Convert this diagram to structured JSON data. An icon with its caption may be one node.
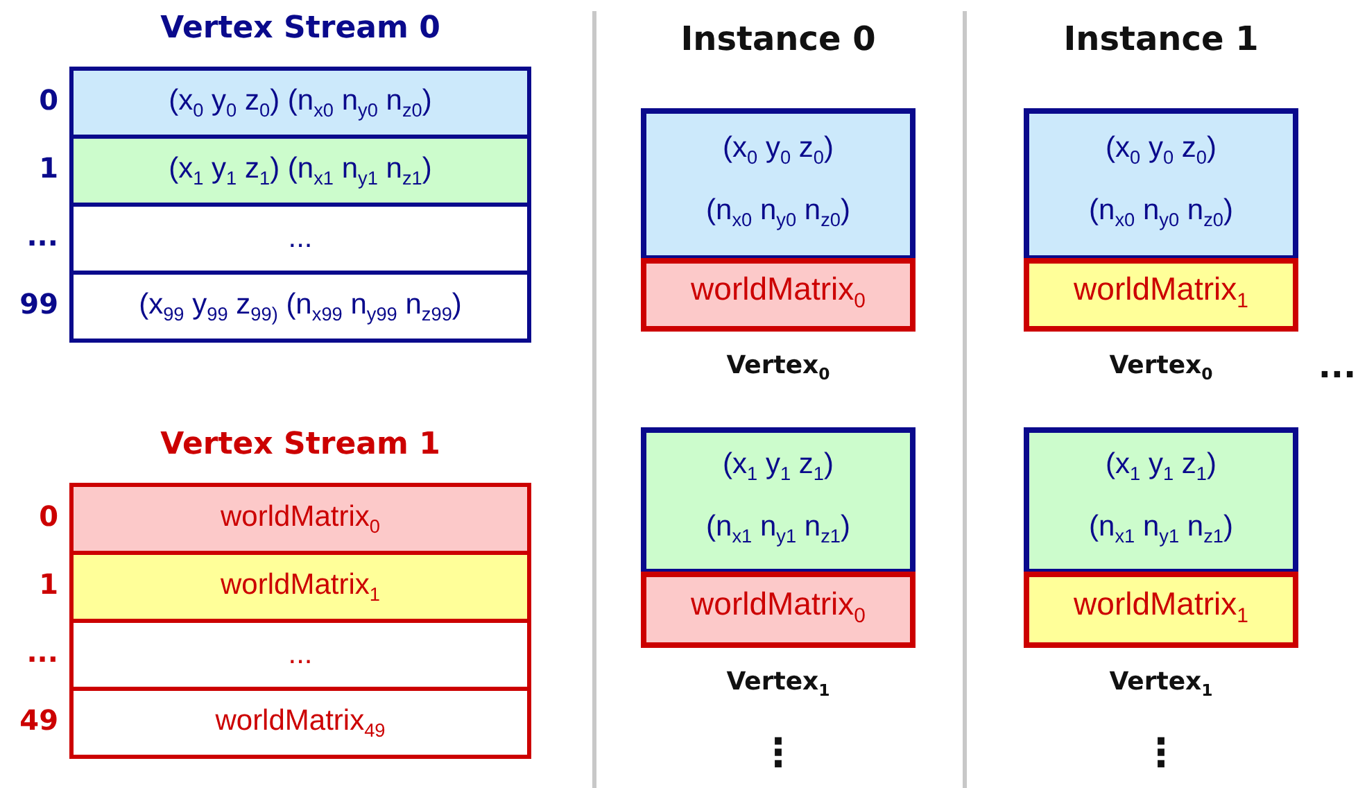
{
  "diagram": {
    "nodes": [
      {
        "text": [
          "Vertex Stream 0"
        ]
      },
      {
        "text": [
          "(x$_{0}$ y$_{0}$ z$_{0}$) (n$_{x0}$ n$_{y0}$ n$_{z0}$)"
        ],
        "in": 0,
        "beside": [
          "0"
        ]
      },
      {
        "text": [
          "(x$_{1}$ y$_{1}$ z$_{1}$) (n$_{x1}$ n$_{y1}$ n$_{z1}$)"
        ],
        "in": 0,
        "beside": [
          "1"
        ]
      },
      {
        "text": [
          "..."
        ],
        "in": 0,
        "beside": [
          "..."
        ]
      },
      {
        "text": [
          "(x$_{99}$ y$_{99}$ z$_{99)}$ (n$_{x99}$ n$_{y99}$ n$_{z99}$)"
        ],
        "in": 0,
        "beside": [
          "99"
        ]
      },
      {
        "text": [
          "Vertex Stream 1"
        ]
      },
      {
        "text": [
          "worldMatrix$_{0}$"
        ],
        "in": 5,
        "beside": [
          "0"
        ]
      },
      {
        "text": [
          "worldMatrix$_{1}$"
        ],
        "in": 5,
        "beside": [
          "1"
        ]
      },
      {
        "text": [
          "..."
        ],
        "in": 5,
        "beside": [
          "..."
        ]
      },
      {
        "text": [
          "worldMatrix$_{49}$"
        ],
        "in": 5,
        "beside": [
          "49"
        ]
      },
      {
        "text": [
          "(x$_{0}$ y$_{0}$ z$_{0}$)",
          "(n$_{x0}$ n$_{y0}$ n$_{z0}$)"
        ]
      },
      {
        "text": [
          "worldMatrix$_{0}$"
        ],
        "beside": [
          "Vertex$_{0}$"
        ]
      },
      {
        "text": [
          "(x$_{1}$ y$_{1}$ z$_{1}$)",
          "(n$_{x1}$ n$_{y1}$ n$_{z1}$)"
        ]
      },
      {
        "text": [
          "worldMatrix$_{0}$"
        ],
        "beside": [
          "Vertex$_{1}$"
        ]
      },
      {
        "text": [
          "(x$_{0}$ y$_{0}$ z$_{0}$)",
          "(n$_{x0}$ n$_{y0}$ n$_{z0}$)"
        ]
      },
      {
        "text": [
          "worldMatrix$_{1}$"
        ],
        "beside": [
          "Vertex$_{0}$"
        ]
      },
      {
        "text": [
          "(x$_{1}$ y$_{1}$ z$_{1}$)",
          "(n$_{x1}$ n$_{y1}$ n$_{z1}$)"
        ]
      },
      {
        "text": [
          "worldMatrix$_{1}$"
        ],
        "beside": [
          "Vertex$_{1}$"
        ]
      }
    ],
    "edges": [],
    "labels": [
      "Instance 0",
      "Instance 1",
      "...",
      "⋮",
      "⋮"
    ]
  }
}
